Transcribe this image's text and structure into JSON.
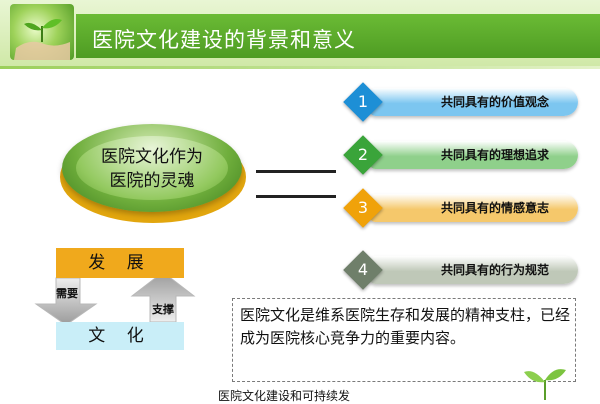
{
  "header": {
    "title": "医院文化建设的背景和意义",
    "bar_color": "#4e9c23"
  },
  "core": {
    "line1": "医院文化作为",
    "line2": "医院的灵魂"
  },
  "items": [
    {
      "number": "1",
      "label": "共同具有的价值观念",
      "color": "#1d8fd6",
      "bar_color": "#7cc6f0"
    },
    {
      "number": "2",
      "label": "共同具有的理想追求",
      "color": "#3aa43a",
      "bar_color": "#8fd08b"
    },
    {
      "number": "3",
      "label": "共同具有的情感意志",
      "color": "#f0a20a",
      "bar_color": "#f5c86b"
    },
    {
      "number": "4",
      "label": "共同具有的行为规范",
      "color": "#6f7f6a",
      "bar_color": "#bfc8b8"
    }
  ],
  "cycle": {
    "top_label": "发 展",
    "bottom_label": "文 化",
    "down_arrow_label": "需要",
    "up_arrow_label": "支撑"
  },
  "description": "医院文化是维系医院生存和发展的精神支柱，已经成为医院核心竞争力的重要内容。",
  "footer": "医院文化建设和可持续发"
}
